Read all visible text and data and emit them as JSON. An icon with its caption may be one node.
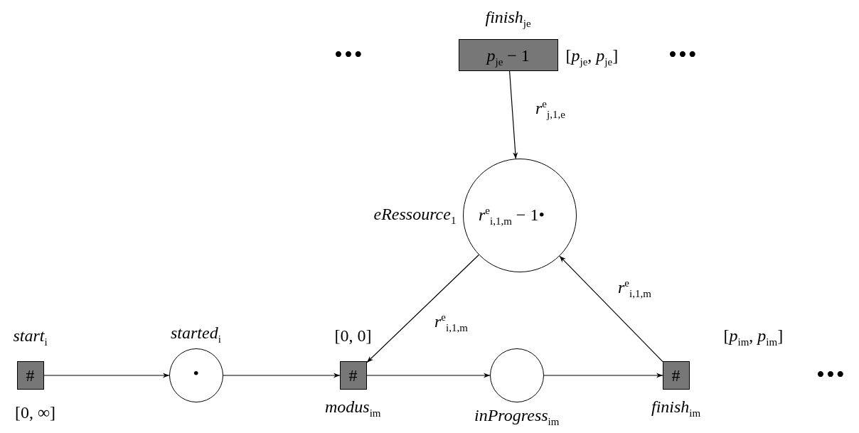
{
  "diagram": {
    "nodes": [
      {
        "text": [
          "*finish*$_{je}$",
          "*p*$_{je}$ − 1"
        ],
        "beside": [
          "[*p*$_{je}$, *p*$_{je}$]"
        ]
      },
      {
        "text": [
          "*eRessource*$_{1}$",
          "*r*$^{e}$$_{i,1,m}$ − 1•"
        ]
      },
      {
        "text": [
          "*start*$_{i}$",
          "#"
        ],
        "beside": [
          "[0, ∞]"
        ]
      },
      {
        "text": [
          "*started*$_{i}$",
          "•"
        ]
      },
      {
        "text": [
          "#",
          "*modus*$_{im}$"
        ],
        "beside": [
          "[0, 0]"
        ]
      },
      {
        "text": [
          "*inProgress*$_{im}$"
        ]
      },
      {
        "text": [
          "#",
          "*finish*$_{im}$"
        ],
        "beside": [
          "[*p*$_{im}$, *p*$_{im}$]"
        ]
      }
    ],
    "edges": [
      {
        "from": 0,
        "to": 1,
        "arrow": "to",
        "label": "*r*$^{e}$$_{j,1,e}$"
      },
      {
        "from": 1,
        "to": 4,
        "arrow": "to",
        "label": "*r*$^{e}$$_{i,1,m}$"
      },
      {
        "from": 6,
        "to": 1,
        "arrow": "to",
        "label": "*r*$^{e}$$_{i,1,m}$"
      },
      {
        "from": 2,
        "to": 3,
        "arrow": "to"
      },
      {
        "from": 3,
        "to": 4,
        "arrow": "to"
      },
      {
        "from": 4,
        "to": 5,
        "arrow": "to"
      },
      {
        "from": 5,
        "to": 6,
        "arrow": "to"
      }
    ],
    "labels": [
      "•••",
      "•••",
      "•••"
    ]
  }
}
